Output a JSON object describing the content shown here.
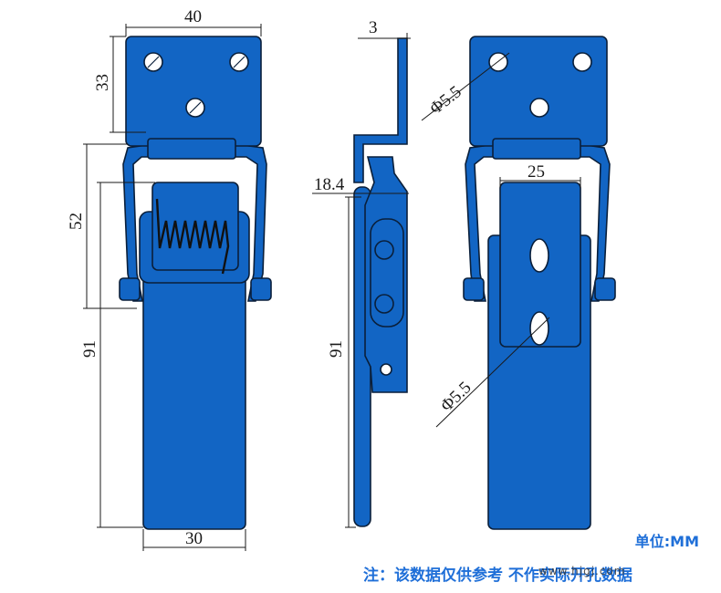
{
  "colors": {
    "part_fill": "#1265c4",
    "outline": "#0a1f3a",
    "note_text": "#1f6fd8"
  },
  "dimensions": {
    "front_width": "40",
    "front_plate_height": "33",
    "front_hook_height": "52",
    "front_lever_length": "91",
    "front_lever_width": "30",
    "side_thickness": "3",
    "side_offset": "18.4",
    "side_length": "91",
    "back_hole_dia_top": "Φ5.5",
    "back_slot_width": "25",
    "back_hole_dia_bottom": "Φ5.5"
  },
  "notes": {
    "unit": "单位:MM",
    "disclaimer": "注：该数据仅供参考 不作实际开孔数据",
    "watermark": "www.hjgj.com"
  }
}
